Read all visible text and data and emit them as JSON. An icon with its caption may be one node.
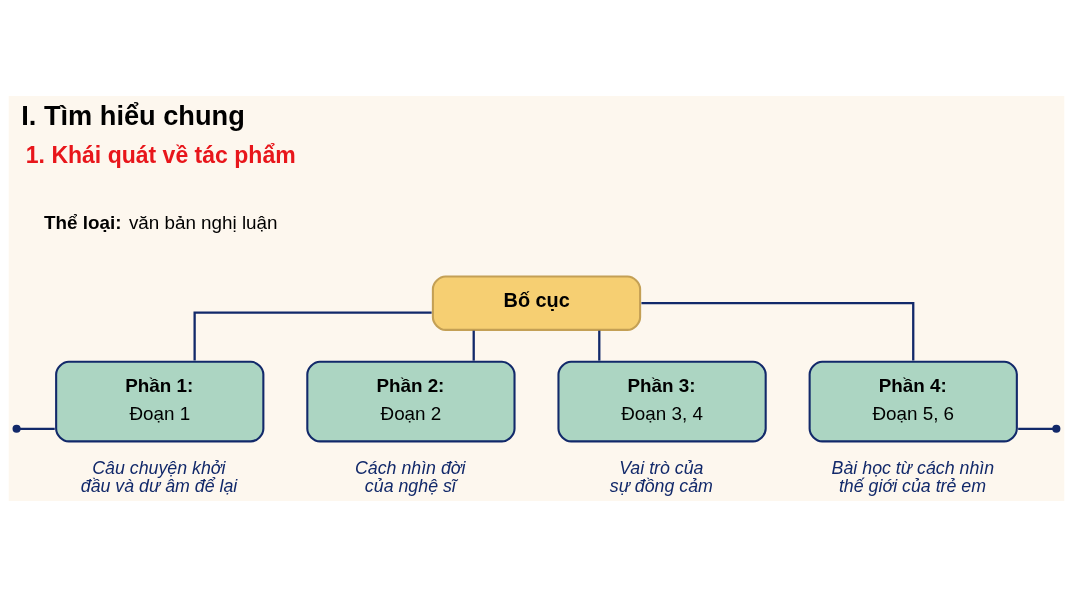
{
  "diagram": {
    "title": "I. Tìm hiểu chung",
    "nodes": [
      {
        "text": [
          "Bố cục"
        ]
      },
      {
        "text": [
          "Phần 1:",
          "Đoạn 1"
        ],
        "beside": [
          "Câu chuyện khởi đầu và dư âm để lại"
        ]
      },
      {
        "text": [
          "Phần 2:",
          "Đoạn 2"
        ],
        "beside": [
          "Cách nhìn đời của nghệ sĩ"
        ]
      },
      {
        "text": [
          "Phần 3:",
          "Đoạn 3, 4"
        ],
        "beside": [
          "Vai trò của sự đồng cảm"
        ]
      },
      {
        "text": [
          "Phần 4:",
          "Đoạn 5, 6"
        ],
        "beside": [
          "Bài học từ cách nhìn thế giới của trẻ em"
        ]
      }
    ],
    "edges": [
      {
        "from": 0,
        "to": 1,
        "arrow": "none"
      },
      {
        "from": 0,
        "to": 2,
        "arrow": "none"
      },
      {
        "from": 0,
        "to": 3,
        "arrow": "none"
      },
      {
        "from": 0,
        "to": 4,
        "arrow": "none"
      },
      {
        "from": null,
        "to": 1,
        "arrow": "other"
      },
      {
        "from": 4,
        "to": null,
        "arrow": "other"
      }
    ],
    "labels": [
      "1. Khái quát về tác phẩm",
      "**Thể loại:** văn bản nghị luận"
    ]
  }
}
